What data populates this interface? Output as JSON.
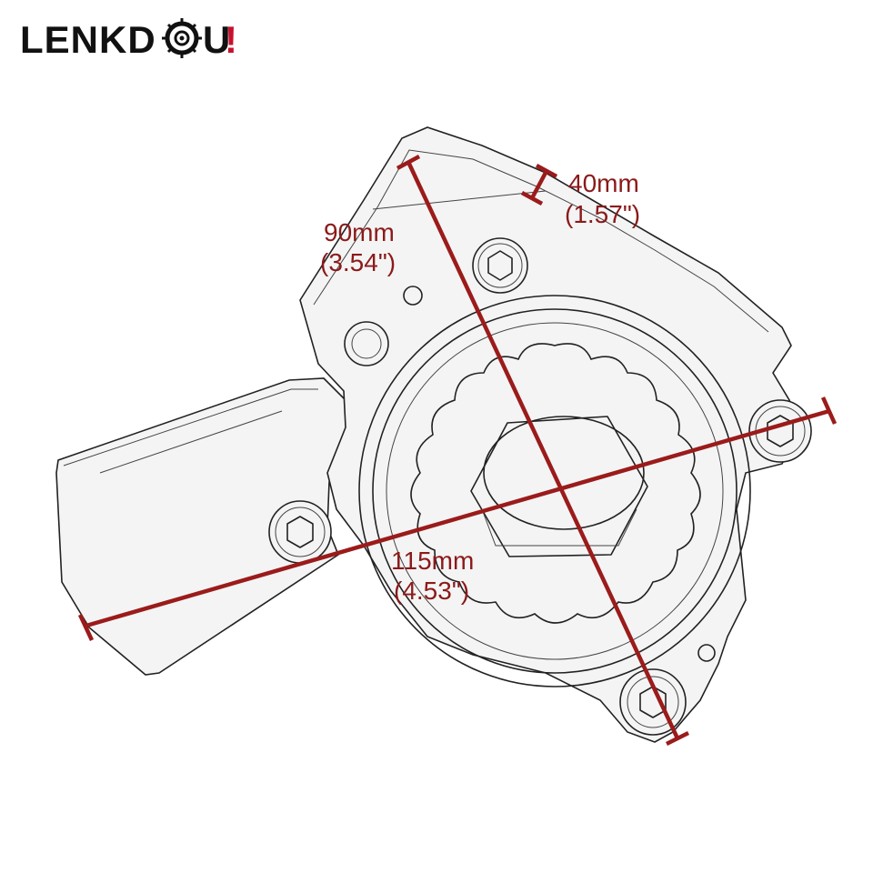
{
  "brand": {
    "name_prefix": "LENKD",
    "name_suffix": "U",
    "name_mark": "!",
    "logo_icon": "gear-wheel-icon"
  },
  "dimensions": {
    "height": {
      "metric": "90mm",
      "imperial": "(3.54\")"
    },
    "thickness": {
      "metric": "40mm",
      "imperial": "(1.57\")"
    },
    "length": {
      "metric": "115mm",
      "imperial": "(4.53\")"
    }
  },
  "colors": {
    "dimension": "#9b1b1b",
    "brand_accent": "#c8102e",
    "outline": "#222222"
  }
}
